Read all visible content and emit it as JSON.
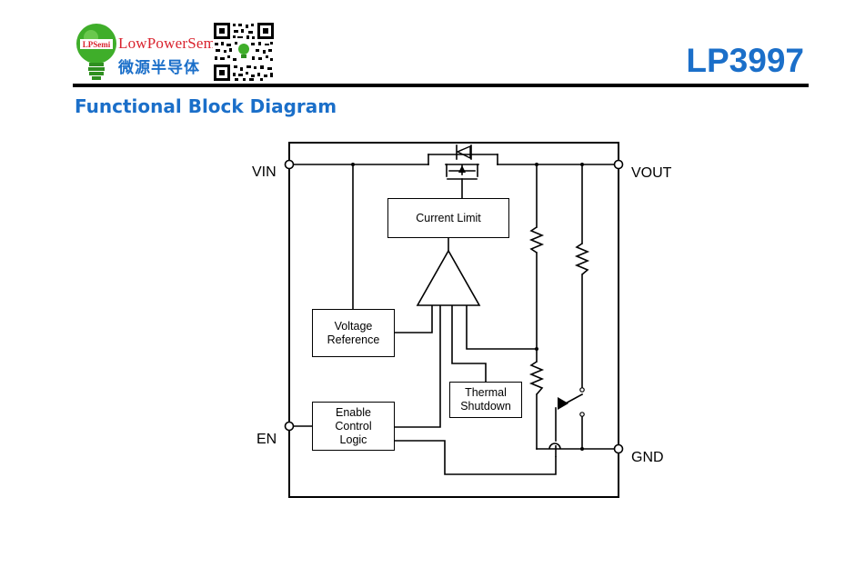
{
  "header": {
    "brand_logo_text": "LPSemi",
    "brand_name_en": "LowPowerSemi",
    "brand_name_cn": "微源半导体",
    "part_number": "LP3997"
  },
  "section": {
    "title": "Functional Block Diagram"
  },
  "diagram": {
    "pins": {
      "vin": "VIN",
      "vout": "VOUT",
      "en": "EN",
      "gnd": "GND"
    },
    "blocks": {
      "current_limit": "Current Limit",
      "voltage_reference": "Voltage\nReference",
      "thermal_shutdown": "Thermal\nShutdown",
      "enable_control_logic": "Enable\nControl\nLogic"
    }
  },
  "colors": {
    "accent_blue": "#1b6fc9",
    "brand_red": "#d9232e",
    "logo_green": "#3fae2a"
  }
}
